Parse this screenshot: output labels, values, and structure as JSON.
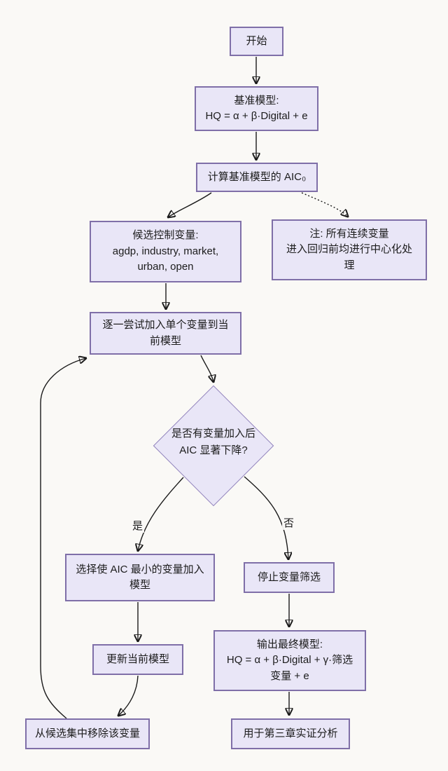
{
  "diagram": {
    "nodes": {
      "start": {
        "label": "开始"
      },
      "baseline": {
        "label": "基准模型:\nHQ = α + β·Digital + e"
      },
      "aic0": {
        "label": "计算基准模型的 AIC₀"
      },
      "candidates": {
        "label": "候选控制变量:\nagdp, industry, market,\nurban, open"
      },
      "note": {
        "label": "注: 所有连续变量\n进入回归前均进行中心化处\n理"
      },
      "try_add": {
        "label": "逐一尝试加入单个变量到当\n前模型"
      },
      "decision": {
        "label": "是否有变量加入后\nAIC 显著下降?"
      },
      "choose_min": {
        "label": "选择使 AIC 最小的变量加入\n模型"
      },
      "stop": {
        "label": "停止变量筛选"
      },
      "update": {
        "label": "更新当前模型"
      },
      "output": {
        "label": "输出最终模型:\nHQ = α + β·Digital + γ·筛选\n变量 + e"
      },
      "remove": {
        "label": "从候选集中移除该变量"
      },
      "use": {
        "label": "用于第三章实证分析"
      }
    },
    "edge_labels": {
      "yes": "是",
      "no": "否"
    },
    "colors": {
      "node_fill": "#e9e6f7",
      "node_border": "#7f6fa8",
      "arrow": "#1a1a1a",
      "background": "#faf9f6",
      "text": "#1c1c1c"
    }
  }
}
